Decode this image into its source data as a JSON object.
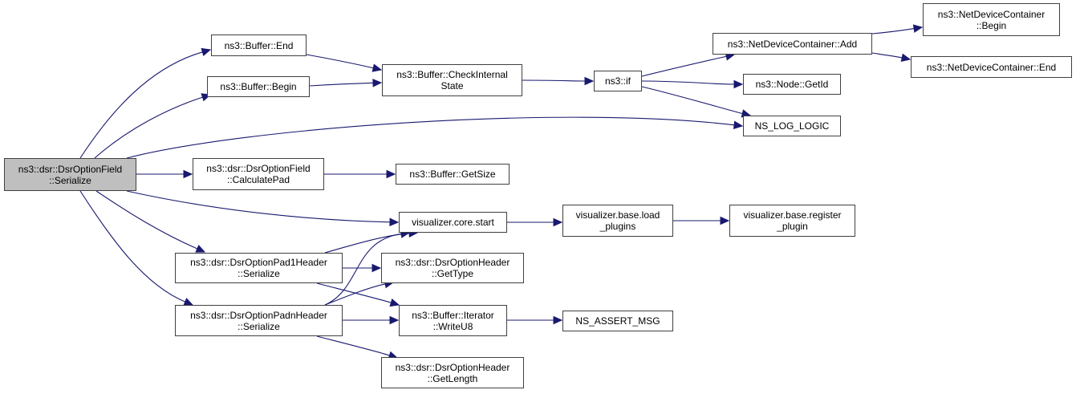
{
  "diagram": {
    "type": "call-graph",
    "edge_color": "#191970",
    "root_fill": "#bfbfbf",
    "node_fill": "#ffffff",
    "nodes": [
      {
        "id": "root",
        "lines": [
          "ns3::dsr::DsrOptionField",
          "::Serialize"
        ],
        "root": true
      },
      {
        "id": "buf_end",
        "lines": [
          "ns3::Buffer::End"
        ]
      },
      {
        "id": "buf_begin",
        "lines": [
          "ns3::Buffer::Begin"
        ]
      },
      {
        "id": "check_state",
        "lines": [
          "ns3::Buffer::CheckInternal",
          "State"
        ]
      },
      {
        "id": "ns3_if",
        "lines": [
          "ns3::if"
        ]
      },
      {
        "id": "ndc_add",
        "lines": [
          "ns3::NetDeviceContainer::Add"
        ]
      },
      {
        "id": "ndc_begin",
        "lines": [
          "ns3::NetDeviceContainer",
          "::Begin"
        ]
      },
      {
        "id": "ndc_end",
        "lines": [
          "ns3::NetDeviceContainer::End"
        ]
      },
      {
        "id": "node_getid",
        "lines": [
          "ns3::Node::GetId"
        ]
      },
      {
        "id": "ns_log_logic",
        "lines": [
          "NS_LOG_LOGIC"
        ]
      },
      {
        "id": "calc_pad",
        "lines": [
          "ns3::dsr::DsrOptionField",
          "::CalculatePad"
        ]
      },
      {
        "id": "buf_getsize",
        "lines": [
          "ns3::Buffer::GetSize"
        ]
      },
      {
        "id": "viz_start",
        "lines": [
          "visualizer.core.start"
        ]
      },
      {
        "id": "viz_load",
        "lines": [
          "visualizer.base.load",
          "_plugins"
        ]
      },
      {
        "id": "viz_register",
        "lines": [
          "visualizer.base.register",
          "_plugin"
        ]
      },
      {
        "id": "pad1_ser",
        "lines": [
          "ns3::dsr::DsrOptionPad1Header",
          "::Serialize"
        ]
      },
      {
        "id": "padn_ser",
        "lines": [
          "ns3::dsr::DsrOptionPadnHeader",
          "::Serialize"
        ]
      },
      {
        "id": "get_type",
        "lines": [
          "ns3::dsr::DsrOptionHeader",
          "::GetType"
        ]
      },
      {
        "id": "write_u8",
        "lines": [
          "ns3::Buffer::Iterator",
          "::WriteU8"
        ]
      },
      {
        "id": "get_length",
        "lines": [
          "ns3::dsr::DsrOptionHeader",
          "::GetLength"
        ]
      },
      {
        "id": "ns_assert_msg",
        "lines": [
          "NS_ASSERT_MSG"
        ]
      }
    ],
    "edges": [
      {
        "from": "root",
        "to": "buf_end"
      },
      {
        "from": "root",
        "to": "buf_begin"
      },
      {
        "from": "root",
        "to": "ns_log_logic"
      },
      {
        "from": "root",
        "to": "calc_pad"
      },
      {
        "from": "root",
        "to": "viz_start"
      },
      {
        "from": "root",
        "to": "pad1_ser"
      },
      {
        "from": "root",
        "to": "padn_ser"
      },
      {
        "from": "buf_end",
        "to": "check_state"
      },
      {
        "from": "buf_begin",
        "to": "check_state"
      },
      {
        "from": "check_state",
        "to": "ns3_if"
      },
      {
        "from": "ns3_if",
        "to": "ndc_add"
      },
      {
        "from": "ns3_if",
        "to": "node_getid"
      },
      {
        "from": "ns3_if",
        "to": "ns_log_logic"
      },
      {
        "from": "ndc_add",
        "to": "ndc_begin"
      },
      {
        "from": "ndc_add",
        "to": "ndc_end"
      },
      {
        "from": "calc_pad",
        "to": "buf_getsize"
      },
      {
        "from": "viz_start",
        "to": "viz_load"
      },
      {
        "from": "viz_load",
        "to": "viz_register"
      },
      {
        "from": "pad1_ser",
        "to": "viz_start"
      },
      {
        "from": "pad1_ser",
        "to": "get_type"
      },
      {
        "from": "pad1_ser",
        "to": "write_u8"
      },
      {
        "from": "padn_ser",
        "to": "viz_start"
      },
      {
        "from": "padn_ser",
        "to": "get_type"
      },
      {
        "from": "padn_ser",
        "to": "write_u8"
      },
      {
        "from": "padn_ser",
        "to": "get_length"
      },
      {
        "from": "write_u8",
        "to": "ns_assert_msg"
      }
    ]
  }
}
